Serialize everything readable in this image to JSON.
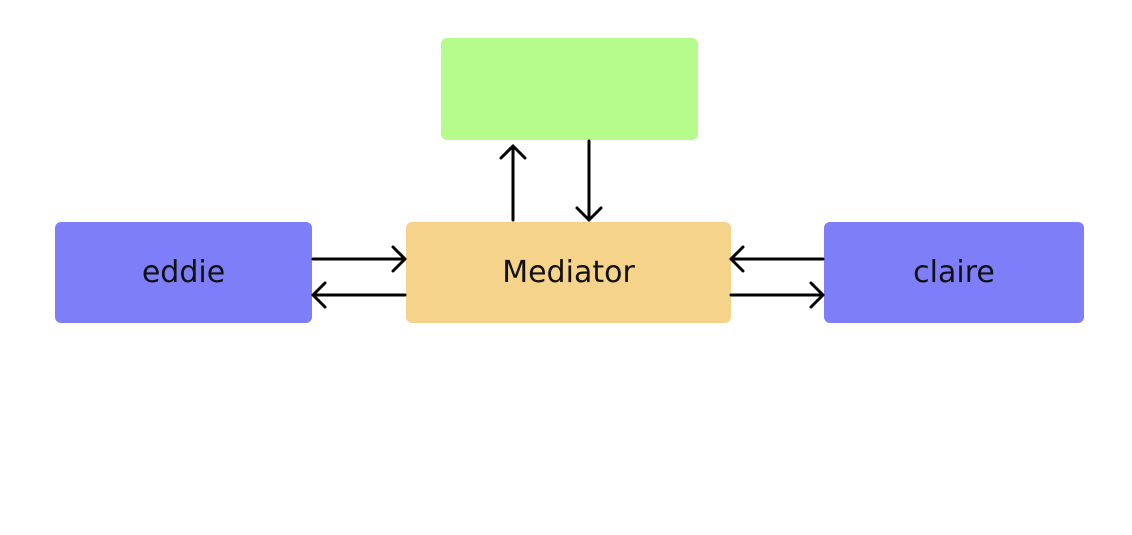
{
  "nodes": {
    "top": {
      "label": "",
      "color": "#b6fc8c"
    },
    "eddie": {
      "label": "eddie",
      "color": "#7e7ff8"
    },
    "mediator": {
      "label": "Mediator",
      "color": "#f6d38b"
    },
    "claire": {
      "label": "claire",
      "color": "#7e7ff8"
    }
  },
  "edges": [
    {
      "from": "eddie",
      "to": "mediator"
    },
    {
      "from": "mediator",
      "to": "eddie"
    },
    {
      "from": "claire",
      "to": "mediator"
    },
    {
      "from": "mediator",
      "to": "claire"
    },
    {
      "from": "mediator",
      "to": "top"
    },
    {
      "from": "top",
      "to": "mediator"
    }
  ]
}
